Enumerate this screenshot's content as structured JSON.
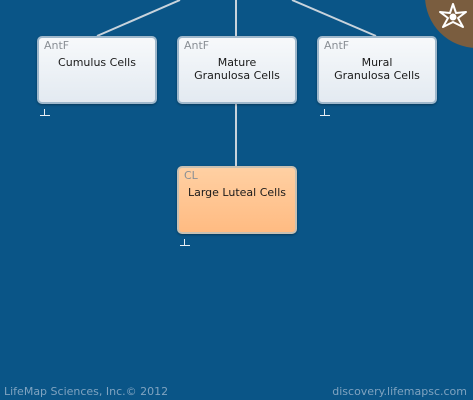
{
  "nodes": {
    "cumulus": {
      "type": "AntF",
      "label": "Cumulus Cells"
    },
    "mature": {
      "type": "AntF",
      "label": "Mature Granulosa Cells"
    },
    "mural": {
      "type": "AntF",
      "label": "Mural Granulosa Cells"
    },
    "luteal": {
      "type": "CL",
      "label": "Large Luteal Cells"
    }
  },
  "footer": {
    "left": "LifeMap Sciences, Inc.© 2012",
    "right": "discovery.lifemapsc.com"
  },
  "colors": {
    "background": "#0a5587",
    "highlight_node": "#ffbb82",
    "connector": "#c8d3dc"
  },
  "icons": {
    "logo": "cell-star-icon"
  }
}
